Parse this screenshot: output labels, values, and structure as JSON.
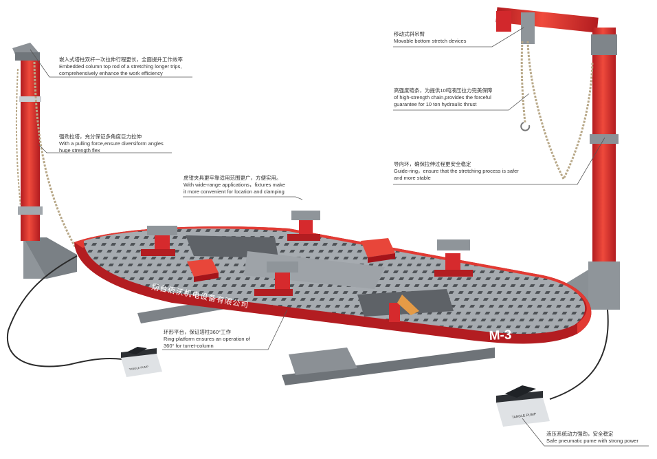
{
  "model_label": "M-3",
  "company_text": "烟台佰沃机电设备有限公司",
  "pump_brand": "TANGLE PUMP",
  "callouts": [
    {
      "zh": "嵌入式塔柱双杆一次拉伸行程更长，全面提升工作效率",
      "en1": "Embedded column top rod of a stretching longer trips,",
      "en2": "comprehensively enhance the work efficiency"
    },
    {
      "zh": "强劲拉塔，充分保证多角度巨力拉伸",
      "en1": "With a pulling force,ensure diversiform angles",
      "en2": "huge strength flex"
    },
    {
      "zh": "虎钳夹具更牢靠适用范围更广，方便实用。",
      "en1": "With wide-range applications，fixtures make",
      "en2": "it more convenient for location and clamping"
    },
    {
      "zh": "环形平台，保证塔柱360°工作",
      "en1": "Ring-platform ensures an operation of",
      "en2": "360° for turret-column"
    },
    {
      "zh": "移动式斜吊臂",
      "en1": "Movable bottom stretch devices",
      "en2": ""
    },
    {
      "zh": "高强度链条，为提供10吨液压拉力完美保障",
      "en1": "of high-strength chain,provides the forceful",
      "en2": "guarantee for 10 ton hydraulic thrust"
    },
    {
      "zh": "导向环，确保拉伸过程更安全稳定",
      "en1": "Guide-ring，ensure that the stretching process is safer",
      "en2": "and more stable"
    },
    {
      "zh": "液压系统动力强劲，安全稳定",
      "en1": "Safe pneumatic pume with strong power",
      "en2": ""
    }
  ],
  "colors": {
    "red": "#d6262a",
    "dark_red": "#a5141a",
    "gray": "#9aa0a6",
    "dark_gray": "#5d6166",
    "orange": "#e8463a"
  }
}
